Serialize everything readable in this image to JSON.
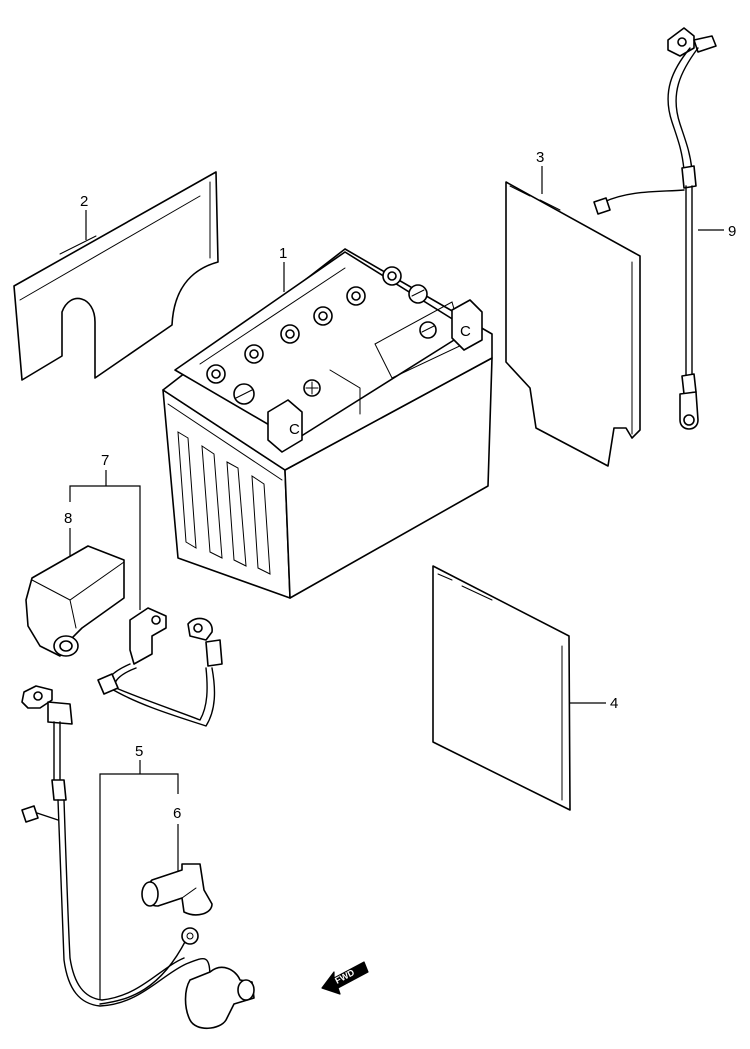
{
  "callouts": {
    "c1": "1",
    "c2": "2",
    "c3": "3",
    "c4": "4",
    "c5": "5",
    "c6": "6",
    "c7": "7",
    "c8": "8",
    "c9": "9"
  },
  "fwd_label": "FWD",
  "battery_terminals": {
    "minus": "C",
    "plus": "C"
  }
}
